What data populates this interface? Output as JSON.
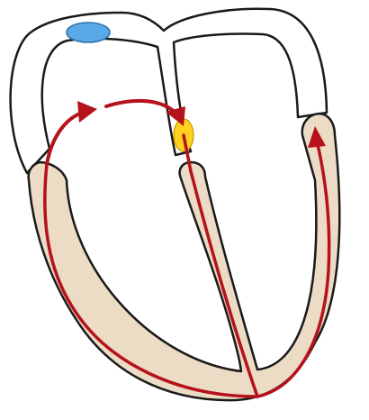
{
  "diagram": {
    "subject": "heart-conduction-system",
    "labels": [],
    "colors": {
      "atrial_wall_fill": "#ffffff",
      "outline": "#1a1a1a",
      "myocardium": "#ecdcc5",
      "conduction_path": "#b5121b",
      "sa_node": "#5aa9e6",
      "av_node": "#ffd21f"
    },
    "components": [
      "sa-node",
      "av-node",
      "atrial-conduction-arrows",
      "bundle-of-his",
      "left-bundle-branch",
      "right-bundle-branch",
      "purkinje-fibers",
      "interventricular-septum",
      "left-ventricular-wall",
      "right-ventricular-wall"
    ]
  }
}
